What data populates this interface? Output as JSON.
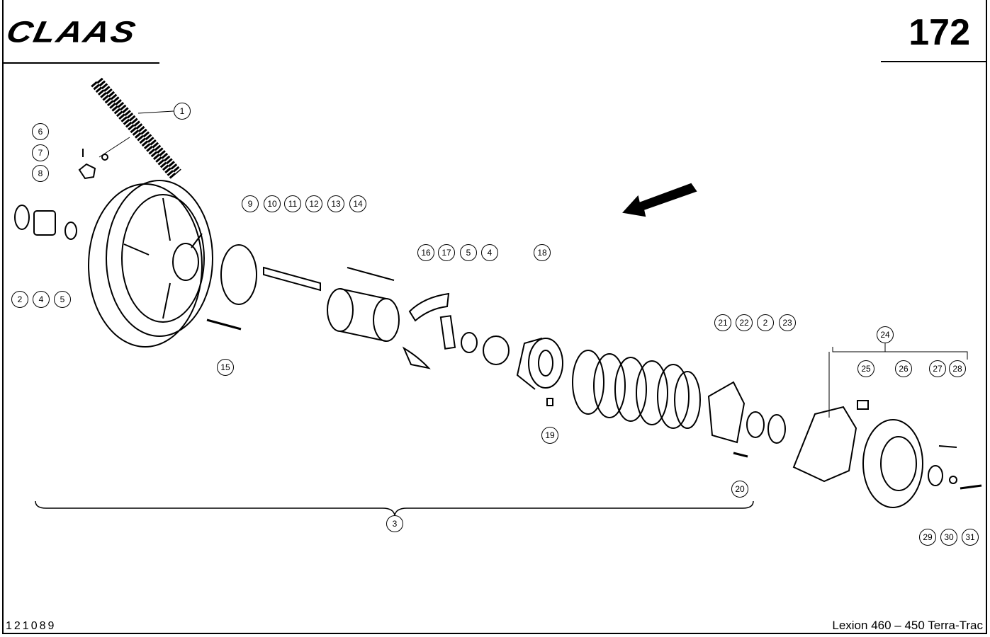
{
  "header": {
    "logo": "CLAAS",
    "page_number": "172"
  },
  "footer": {
    "drawing_number": "121089",
    "model": "Lexion 460 – 450 Terra-Trac"
  },
  "callouts": [
    "1",
    "6",
    "7",
    "8",
    "2",
    "4",
    "5",
    "9",
    "10",
    "11",
    "12",
    "13",
    "14",
    "15",
    "16",
    "17",
    "5",
    "4",
    "18",
    "19",
    "21",
    "22",
    "2",
    "23",
    "20",
    "3",
    "24",
    "25",
    "26",
    "27",
    "28",
    "29",
    "30",
    "31"
  ]
}
